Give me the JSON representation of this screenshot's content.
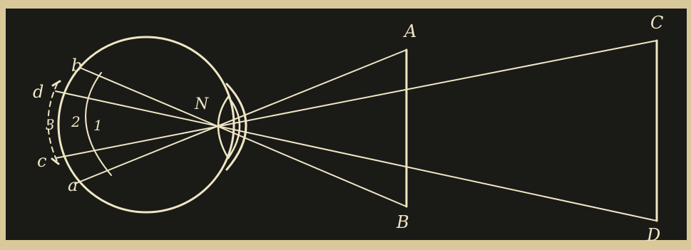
{
  "colors": {
    "paper": "#d9c89a",
    "panel": "#1a1a17",
    "ink": "#efe6c4"
  },
  "labels": {
    "A": "A",
    "B": "B",
    "C": "C",
    "D": "D",
    "N": "N",
    "a": "a",
    "b": "b",
    "c": "c",
    "d": "d",
    "one": "1",
    "two": "2",
    "three": "3"
  }
}
